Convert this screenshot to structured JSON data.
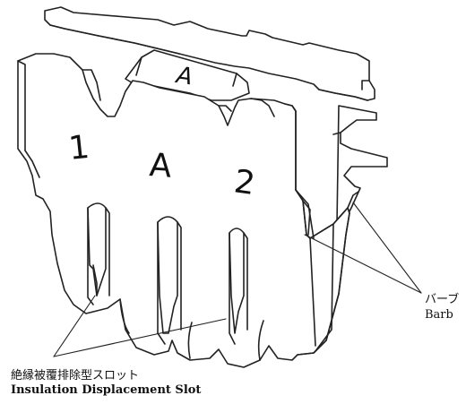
{
  "labels": {
    "slot": {
      "ja": "絶縁被覆排除型スロット",
      "en": "Insulation Displacement Slot"
    },
    "barb": {
      "ja": "バーブ",
      "en": "Barb"
    }
  },
  "part_markings": {
    "top": "A",
    "left": "1",
    "middle": "A",
    "right": "2"
  }
}
